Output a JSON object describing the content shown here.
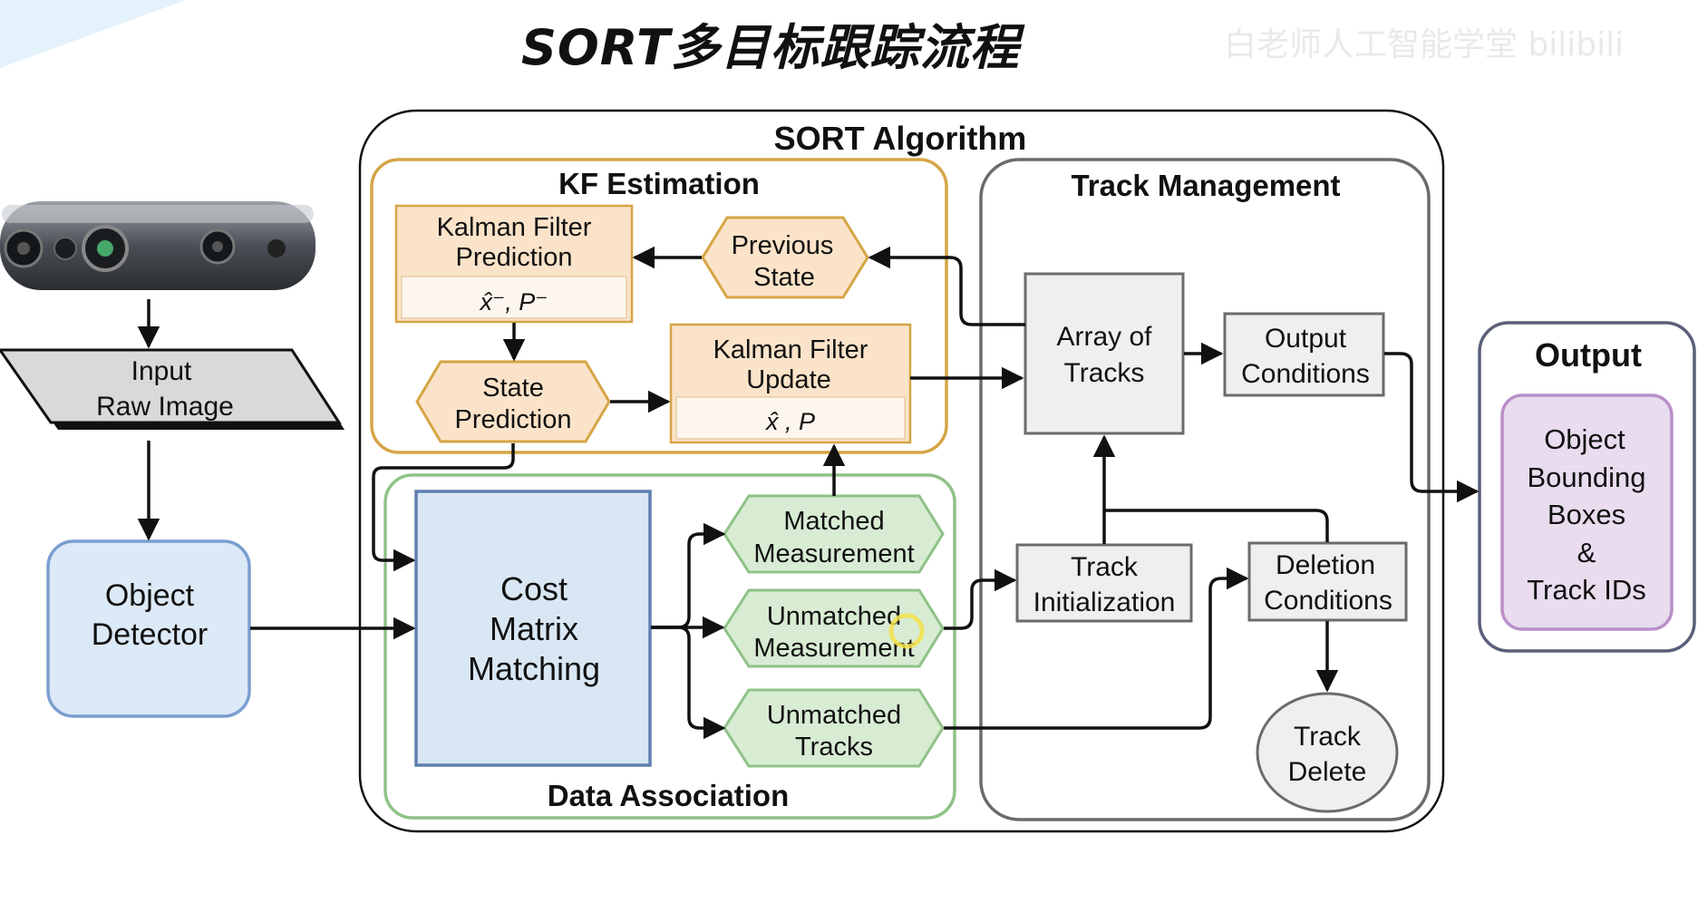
{
  "title": "SORT多目标跟踪流程",
  "watermark": "白老师人工智能学堂 bilibili",
  "colors": {
    "kf_border": "#d5a545",
    "kf_fill": "#fbe3c9",
    "da_border": "#8fc287",
    "da_fill": "#d8ecd4",
    "tm_border": "#6b6b6b",
    "gray_box": "#efefef",
    "detector_fill": "#dce9f6",
    "detector_border": "#7a9ed0",
    "output_fill": "#e9dcee",
    "output_border": "#b98fc9",
    "cost_fill": "#d9e7f4",
    "cost_border": "#5f7fb0"
  },
  "camera": {
    "icon": "depth-camera-icon"
  },
  "input": {
    "line1": "Input",
    "line2": "Raw Image"
  },
  "detector": {
    "line1": "Object",
    "line2": "Detector"
  },
  "sort": {
    "label": "SORT Algorithm"
  },
  "kf": {
    "label": "KF Estimation",
    "prediction": {
      "line1": "Kalman Filter",
      "line2": "Prediction",
      "formula": "x̂⁻, P⁻"
    },
    "previous": {
      "line1": "Previous",
      "line2": "State"
    },
    "state_pred": {
      "line1": "State",
      "line2": "Prediction"
    },
    "update": {
      "line1": "Kalman Filter",
      "line2": "Update",
      "formula": "x̂ , P"
    }
  },
  "da": {
    "label": "Data Association",
    "cost": {
      "line1": "Cost",
      "line2": "Matrix",
      "line3": "Matching"
    },
    "matched": {
      "line1": "Matched",
      "line2": "Measurement"
    },
    "unmatched_meas": {
      "line1": "Unmatched",
      "line2": "Measurement"
    },
    "unmatched_tracks": {
      "line1": "Unmatched",
      "line2": "Tracks"
    }
  },
  "tm": {
    "label": "Track Management",
    "array": {
      "line1": "Array of",
      "line2": "Tracks"
    },
    "output_cond": {
      "line1": "Output",
      "line2": "Conditions"
    },
    "init": {
      "line1": "Track",
      "line2": "Initialization"
    },
    "deletion": {
      "line1": "Deletion",
      "line2": "Conditions"
    },
    "delete": {
      "line1": "Track",
      "line2": "Delete"
    }
  },
  "output": {
    "label": "Output",
    "line1": "Object",
    "line2": "Bounding",
    "line3": "Boxes",
    "line4": "&",
    "line5": "Track IDs"
  }
}
